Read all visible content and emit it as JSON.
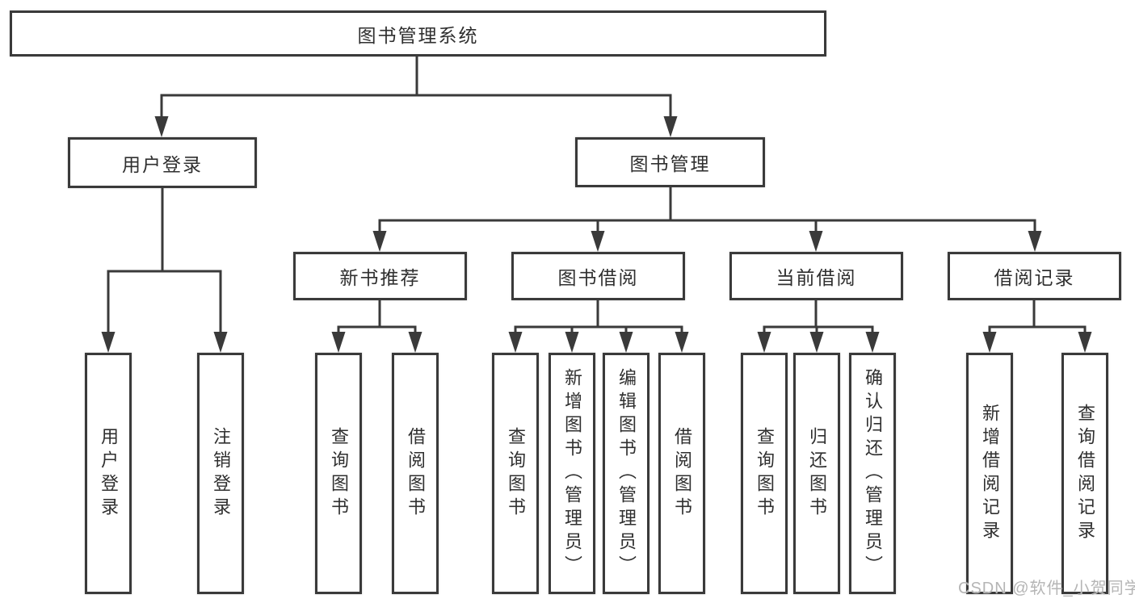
{
  "diagram": {
    "title": "图书管理系统",
    "type": "function-structure-tree",
    "colors": {
      "line": "#3a3a3a",
      "node_border": "#3a3a3a",
      "node_fill": "#ffffff",
      "text": "#2f2f2f",
      "watermark": "#b5b5b5",
      "background": "#ffffff"
    },
    "nodes": {
      "root": {
        "label": "图书管理系统"
      },
      "user_login": {
        "label": "用户登录"
      },
      "book_mgmt": {
        "label": "图书管理"
      },
      "new_book_rec": {
        "label": "新书推荐"
      },
      "book_borrow": {
        "label": "图书借阅"
      },
      "current_borrow": {
        "label": "当前借阅"
      },
      "borrow_records": {
        "label": "借阅记录"
      },
      "leaf_user_login": {
        "label": "用户登录"
      },
      "leaf_logout": {
        "label": "注销登录"
      },
      "leaf_nb_query": {
        "label": "查询图书"
      },
      "leaf_nb_borrow": {
        "label": "借阅图书"
      },
      "leaf_bb_query": {
        "label": "查询图书"
      },
      "leaf_bb_add": {
        "label": "新增图书（管理员）"
      },
      "leaf_bb_edit": {
        "label": "编辑图书（管理员）"
      },
      "leaf_bb_borrow": {
        "label": "借阅图书"
      },
      "leaf_cb_query": {
        "label": "查询图书"
      },
      "leaf_cb_return": {
        "label": "归还图书"
      },
      "leaf_cb_confirm": {
        "label": "确认归还（管理员）"
      },
      "leaf_br_add": {
        "label": "新增借阅记录"
      },
      "leaf_br_query": {
        "label": "查询借阅记录"
      }
    },
    "hierarchy": {
      "图书管理系统": {
        "用户登录": [
          "用户登录",
          "注销登录"
        ],
        "图书管理": {
          "新书推荐": [
            "查询图书",
            "借阅图书"
          ],
          "图书借阅": [
            "查询图书",
            "新增图书（管理员）",
            "编辑图书（管理员）",
            "借阅图书"
          ],
          "当前借阅": [
            "查询图书",
            "归还图书",
            "确认归还（管理员）"
          ],
          "借阅记录": [
            "新增借阅记录",
            "查询借阅记录"
          ]
        }
      }
    },
    "watermark": "CSDN @软件_小贺同学"
  }
}
